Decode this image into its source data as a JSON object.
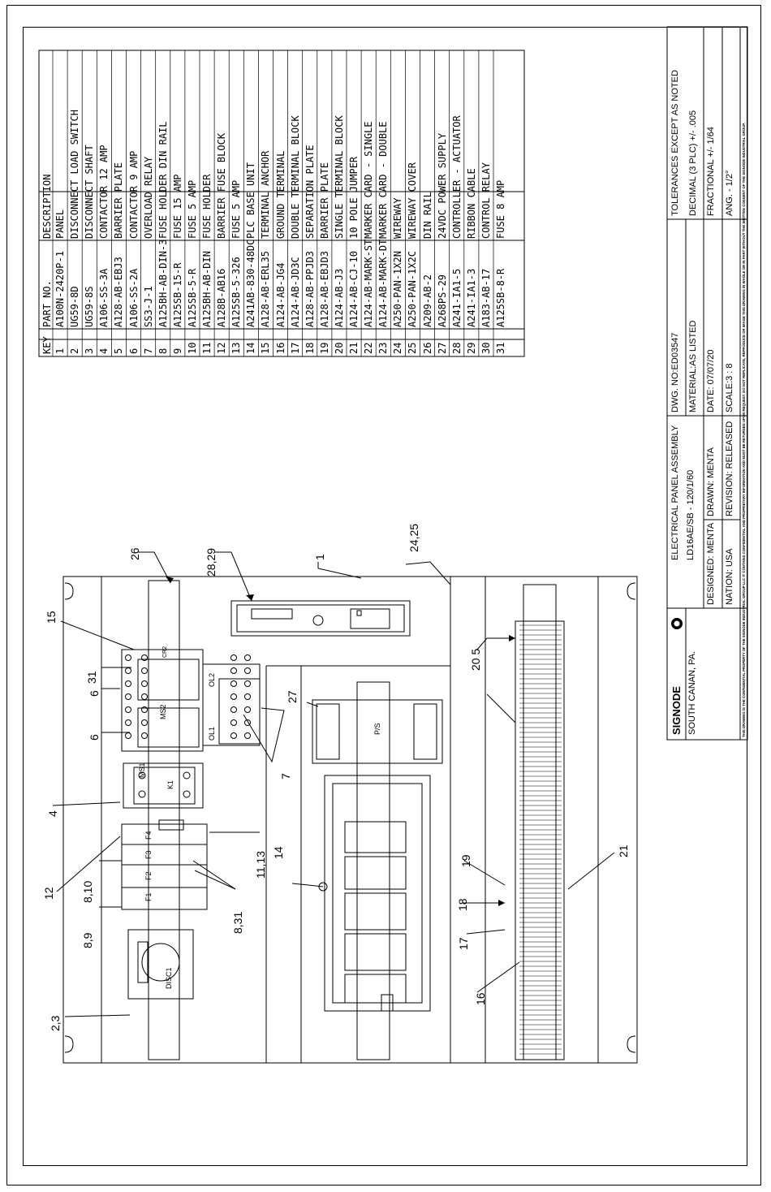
{
  "bom": {
    "header": {
      "key": "KEY",
      "part": "PART NO.",
      "desc": "DESCRIPTION"
    },
    "rows": [
      {
        "key": "1",
        "part": "A100N-2420P-1",
        "desc": "PANEL"
      },
      {
        "key": "2",
        "part": "UG59-8D",
        "desc": "DISCONNECT LOAD SWITCH"
      },
      {
        "key": "3",
        "part": "UG59-8S",
        "desc": "DISCONNECT SHAFT"
      },
      {
        "key": "4",
        "part": "A106-SS-3A",
        "desc": "CONTACTOR 12 AMP"
      },
      {
        "key": "5",
        "part": "A128-AB-EBJ3",
        "desc": "BARRIER PLATE"
      },
      {
        "key": "6",
        "part": "A106-SS-2A",
        "desc": "CONTACTOR 9 AMP"
      },
      {
        "key": "7",
        "part": "SS3-J-1",
        "desc": "OVERLOAD RELAY"
      },
      {
        "key": "8",
        "part": "A125BH-AB-DIN-3",
        "desc": "FUSE HOLDER DIN RAIL"
      },
      {
        "key": "9",
        "part": "A125SB-15-R",
        "desc": "FUSE 15 AMP"
      },
      {
        "key": "10",
        "part": "A125SB-5-R",
        "desc": "FUSE 5 AMP"
      },
      {
        "key": "11",
        "part": "A125BH-AB-DIN",
        "desc": "FUSE HOLDER"
      },
      {
        "key": "12",
        "part": "A128B-AB16",
        "desc": "BARRIER FUSE BLOCK"
      },
      {
        "key": "13",
        "part": "A125SB-5-326",
        "desc": "FUSE 5 AMP"
      },
      {
        "key": "14",
        "part": "A241AB-830-48DC",
        "desc": "PLC BASE UNIT"
      },
      {
        "key": "15",
        "part": "A128-AB-ERL35",
        "desc": "TERMINAL ANCHOR"
      },
      {
        "key": "16",
        "part": "A124-AB-JG4",
        "desc": "GROUND TERMINAL"
      },
      {
        "key": "17",
        "part": "A124-AB-JD3C",
        "desc": "DOUBLE TERMINAL BLOCK"
      },
      {
        "key": "18",
        "part": "A128-AB-PPJD3",
        "desc": "SEPARATION PLATE"
      },
      {
        "key": "19",
        "part": "A128-AB-EBJD3",
        "desc": "BARRIER PLATE"
      },
      {
        "key": "20",
        "part": "A124-AB-J3",
        "desc": "SINGLE TERMINAL BLOCK"
      },
      {
        "key": "21",
        "part": "A124-AB-CJ-10",
        "desc": "10 POLE JUMPER"
      },
      {
        "key": "22",
        "part": "A124-AB-MARK-ST",
        "desc": "MARKER CARD - SINGLE"
      },
      {
        "key": "23",
        "part": "A124-AB-MARK-DT",
        "desc": "MARKER CARD - DOUBLE"
      },
      {
        "key": "24",
        "part": "A250-PAN-1X2N",
        "desc": "WIREWAY"
      },
      {
        "key": "25",
        "part": "A250-PAN-1X2C",
        "desc": "WIREWAY COVER"
      },
      {
        "key": "26",
        "part": "A209-AB-2",
        "desc": "DIN RAIL"
      },
      {
        "key": "27",
        "part": "A268PS-29",
        "desc": "24VDC POWER SUPPLY"
      },
      {
        "key": "28",
        "part": "A241-IA1-5",
        "desc": "CONTROLLER - ACTUATOR"
      },
      {
        "key": "29",
        "part": "A241-IA1-3",
        "desc": "RIBBON CABLE"
      },
      {
        "key": "30",
        "part": "A183-AB-17",
        "desc": "CONTROL RELAY"
      },
      {
        "key": "31",
        "part": "A125SB-8-R",
        "desc": "FUSE 8 AMP"
      }
    ]
  },
  "title_block": {
    "company": "SIGNODE",
    "location": "SOUTH CANAN, PA.",
    "title_line1": "ELECTRICAL PANEL ASSEMBLY",
    "title_line2": "LD16AE/SB - 120/1/60",
    "designed": "DESIGNED: MENTA",
    "drawn": "DRAWN: MENTA",
    "nation": "NATION: USA",
    "revision": "REVISION: RELEASED",
    "dwg": "DWG. NO:ED03547",
    "material": "MATERIAL:AS LISTED",
    "date": "DATE: 07/07/20",
    "scale": "SCALE:3 : 8",
    "tol1": "TOLERANCES EXCEPT AS NOTED",
    "tol2": "DECIMAL (3 PLC) +/- .005",
    "tol3": "FRACTIONAL +/- 1/64",
    "tol4": "ANG. - 1/2°",
    "confidential": "THIS DRAWING IS THE CONFIDENTIAL PROPERTY OF THE SIGNODE INDUSTRIAL GROUP LLC IT CONTAINS CONFIDENTIAL AND PROPRIETARY INFORMATION AND MUST BE RETURNED UPON REQUEST. DO NOT REPLICATE, REPRODUCE OR IMAGE THIS DRAWING IN WHOLE OR IN PART WITHOUT THE WRITTEN CONSENT OF THE SIGNODE INDUSTRIAL GROUP."
  },
  "callouts": {
    "c26": "26",
    "c2829": "28,29",
    "c1": "1",
    "c2425": "24,25",
    "c15": "15",
    "c31": "31",
    "c6a": "6",
    "c6b": "6",
    "c27": "27",
    "c205": "20 5",
    "c4": "4",
    "c7": "7",
    "c12": "12",
    "c810": "8,10",
    "c1113": "11,13",
    "c89": "8,9",
    "c831": "8,31",
    "c14": "14",
    "c19": "19",
    "c18": "18",
    "c21": "21",
    "c17": "17",
    "c16": "16",
    "c23": "2,3"
  },
  "devices": {
    "ms1": "MS1",
    "ms2": "MS2",
    "ol1": "OL1",
    "ol2": "OL2",
    "k1": "K1",
    "ps": "P/S",
    "disc": "DISC1",
    "f1": "F1",
    "f2": "F2",
    "f3": "F3",
    "f4": "F4",
    "cr": "CR2"
  }
}
